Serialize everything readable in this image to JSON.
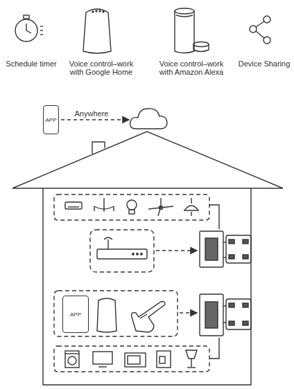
{
  "diagram": {
    "nodes": [
      {
        "text": [
          "APP"
        ]
      },
      {
        "text": [
          "APP"
        ]
      }
    ],
    "labels": [
      "Schedule timer",
      "Voice control–work with Google Home",
      "Voice control–work with Amazon Alexa",
      "Device Sharing",
      "Anywhere"
    ]
  }
}
